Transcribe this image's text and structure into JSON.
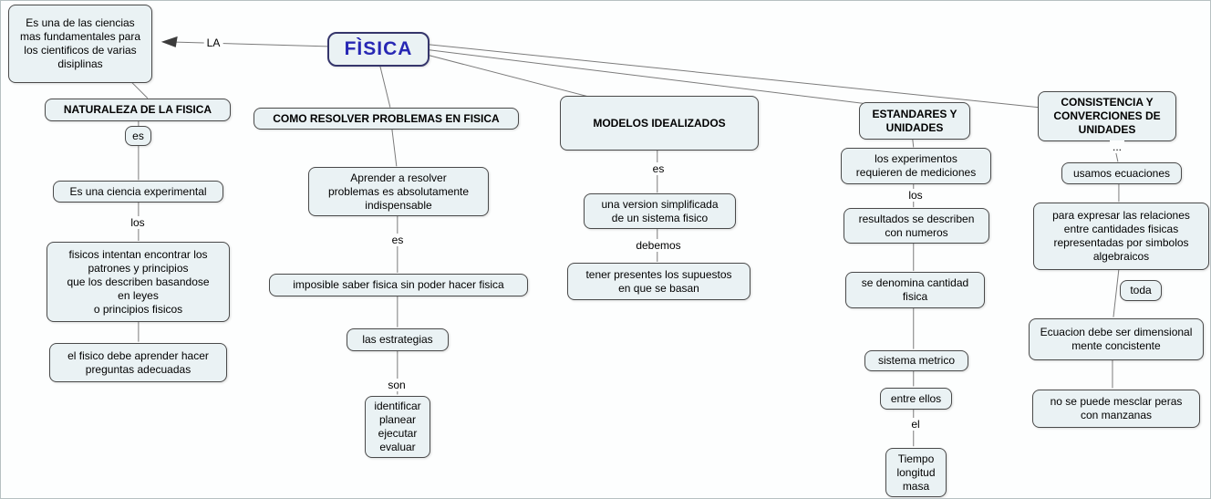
{
  "root": {
    "label": "FÌSICA"
  },
  "intro": {
    "text": "Es una de las ciencias\nmas fundamentales para\nlos cientificos de varias\ndisiplinas",
    "link_label": "LA"
  },
  "naturaleza": {
    "title": "NATURALEZA DE LA FISICA",
    "link_es": "es",
    "experimental": "Es una ciencia experimental",
    "link_los": "los",
    "patrones": "fisicos intentan encontrar los\npatrones y principios\nque los describen basandose\nen leyes\no principios fisicos",
    "preguntas": "el fisico debe aprender hacer\npreguntas adecuadas"
  },
  "como": {
    "title": "COMO RESOLVER PROBLEMAS EN FISICA",
    "aprender": "Aprender a resolver\nproblemas es absolutamente\nindispensable",
    "link_es": "es",
    "imposible": "imposible saber fisica sin poder hacer fisica",
    "estrategias": "las estrategias",
    "link_son": "son",
    "pasos": "identificar\nplanear\nejecutar\nevaluar"
  },
  "modelos": {
    "title": "MODELOS IDEALIZADOS",
    "link_es": "es",
    "version": "una version simplificada\nde un sistema fisico",
    "link_debemos": "debemos",
    "supuestos": "tener presentes los supuestos\nen que se basan"
  },
  "estandares": {
    "title": "ESTANDARES Y\nUNIDADES",
    "experimentos": "los experimentos\nrequieren de mediciones",
    "link_los": "los",
    "resultados": "resultados se describen\ncon numeros",
    "cantidad": "se denomina cantidad\nfisica",
    "sistema": "sistema metrico",
    "entre": "entre ellos",
    "link_el": "el",
    "tiempo": "Tiempo\nlongitud\nmasa"
  },
  "consistencia": {
    "title": "CONSISTENCIA Y\nCONVERCIONES DE\nUNIDADES",
    "link_dots": "...",
    "usamos": "usamos ecuaciones",
    "expresar": "para expresar las relaciones\nentre cantidades fisicas\nrepresentadas por simbolos\nalgebraicos",
    "toda": "toda",
    "ecuacion": "Ecuacion debe ser dimensional\nmente concistente",
    "mesclar": "no se puede mesclar peras\ncon manzanas"
  },
  "colors": {
    "node_fill": "#eaf2f4",
    "root_text": "#2727b4",
    "line": "#7b7b7b"
  }
}
